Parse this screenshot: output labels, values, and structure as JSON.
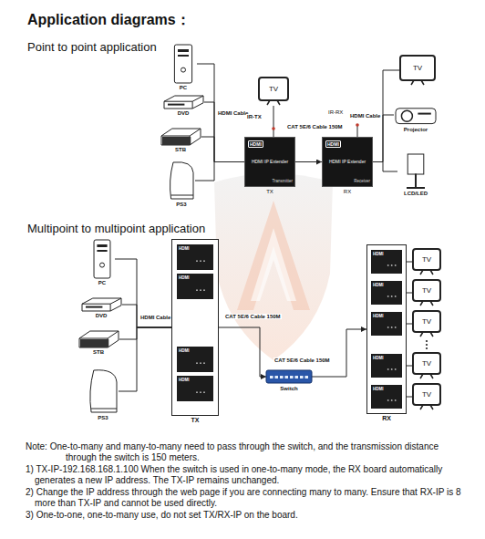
{
  "diagram": {
    "title": "Application diagrams：",
    "nodes": [
      {
        "text": [
          "PC"
        ]
      },
      {
        "text": [
          "DVD"
        ]
      },
      {
        "text": [
          "STB"
        ]
      },
      {
        "text": [
          "PS3"
        ]
      },
      {
        "text": [
          "HDMI",
          "HDMI IP Extender",
          "Transmitter",
          "TX"
        ]
      },
      {
        "text": [
          "TV"
        ]
      },
      {
        "text": [
          "HDMI",
          "HDMI IP Extender",
          "Receiver",
          "RX"
        ]
      },
      {
        "text": [
          "TV"
        ]
      },
      {
        "text": [
          "Projector"
        ]
      },
      {
        "text": [
          "LCD/LED"
        ]
      },
      {
        "text": [
          "PC"
        ]
      },
      {
        "text": [
          "DVD"
        ]
      },
      {
        "text": [
          "STB"
        ]
      },
      {
        "text": [
          "PS3"
        ]
      },
      {
        "text": [
          "TX"
        ]
      },
      {
        "text": [
          "HDMI"
        ],
        "in": 14
      },
      {
        "text": [
          "HDMI"
        ],
        "in": 14
      },
      {
        "text": [
          "HDMI"
        ],
        "in": 14
      },
      {
        "text": [
          "HDMI"
        ],
        "in": 14
      },
      {
        "text": [
          "Switch"
        ]
      },
      {
        "text": [
          "RX"
        ]
      },
      {
        "text": [
          "HDMI"
        ],
        "in": 20
      },
      {
        "text": [
          "HDMI"
        ],
        "in": 20
      },
      {
        "text": [
          "HDMI"
        ],
        "in": 20
      },
      {
        "text": [
          "HDMI"
        ],
        "in": 20
      },
      {
        "text": [
          "HDMI"
        ],
        "in": 20
      },
      {
        "text": [
          "TV"
        ]
      },
      {
        "text": [
          "TV"
        ]
      },
      {
        "text": [
          "TV"
        ]
      },
      {
        "text": [
          "TV"
        ]
      },
      {
        "text": [
          "TV"
        ]
      }
    ],
    "edges": [
      {
        "from": 0,
        "to": 4,
        "label": "HDMI Cable",
        "arrow": "none"
      },
      {
        "from": 1,
        "to": 4,
        "arrow": "none"
      },
      {
        "from": 2,
        "to": 4,
        "arrow": "none"
      },
      {
        "from": 3,
        "to": 4,
        "arrow": "none"
      },
      {
        "from": 5,
        "to": 4,
        "label": "IR-TX",
        "arrow": "none"
      },
      {
        "from": 4,
        "to": 6,
        "label": "CAT 5E/6 Cable 150M",
        "arrow": "to"
      },
      {
        "from": 6,
        "to": 7,
        "label": "HDMI Cable",
        "arrow": "none"
      },
      {
        "from": 6,
        "to": 8,
        "arrow": "none"
      },
      {
        "from": 6,
        "to": 9,
        "arrow": "none"
      },
      {
        "from": 10,
        "to": 14,
        "label": "HDMI Cable",
        "arrow": "none"
      },
      {
        "from": 11,
        "to": 14,
        "arrow": "none"
      },
      {
        "from": 12,
        "to": 14,
        "arrow": "none"
      },
      {
        "from": 13,
        "to": 14,
        "arrow": "none"
      },
      {
        "from": 14,
        "to": 19,
        "label": "CAT 5E/6 Cable 150M",
        "arrow": "to"
      },
      {
        "from": 19,
        "to": 20,
        "label": "CAT 5E/6 Cable 150M",
        "arrow": "to"
      },
      {
        "from": 21,
        "to": 26,
        "arrow": "none"
      },
      {
        "from": 22,
        "to": 27,
        "arrow": "none"
      },
      {
        "from": 23,
        "to": 28,
        "arrow": "none"
      },
      {
        "from": 24,
        "to": 29,
        "arrow": "none"
      },
      {
        "from": 25,
        "to": 30,
        "arrow": "none"
      }
    ],
    "labels": [
      "Point to point application",
      "Multipoint to multipoint application",
      "IR-RX",
      "Note: One-to-many and many-to-many need to pass through the switch, and the transmission distance through the switch is 150 meters.",
      "1) TX-IP-192.168.168.1.100 When the switch is used in one-to-many mode, the RX board automatically generates a new IP address. The TX-IP remains unchanged.",
      "2) Change the IP address through the web page if you are connecting many to many. Ensure that RX-IP is 8 more than TX-IP and cannot be used directly.",
      "3) One-to-one, one-to-many use, do not set TX/RX-IP on the board."
    ]
  }
}
